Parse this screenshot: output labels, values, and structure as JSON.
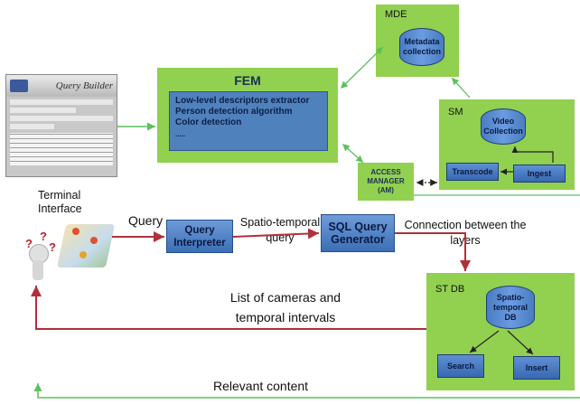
{
  "fem": {
    "title": "FEM",
    "items": [
      "Low-level descriptors extractor",
      "Person detection algorithm",
      "Color detection",
      "....."
    ]
  },
  "mde": {
    "title": "MDE",
    "db": "Metadata collection"
  },
  "sm": {
    "title": "SM",
    "db": "Video Collection",
    "transcode": "Transcode",
    "ingest": "Ingest"
  },
  "access_manager": "ACCESS MANAGER (AM)",
  "terminal": "Terminal Interface",
  "query_builder": {
    "title": "Query Builder"
  },
  "query": "Query",
  "query_interpreter": "Query Interpreter",
  "spatio_temporal_query": "Spatio-temporal query",
  "sql_generator": "SQL Query Generator",
  "connection": "Connection between the layers",
  "stdb": {
    "title": "ST DB",
    "db": "Spatio-temporal DB",
    "search": "Search",
    "insert": "Insert"
  },
  "list_cameras": "List of cameras and temporal intervals",
  "relevant": "Relevant content",
  "colors": {
    "green": "#92d050",
    "blue": "#4f81bd",
    "arrow_green": "#5bc15b",
    "arrow_red": "#b0303a"
  }
}
